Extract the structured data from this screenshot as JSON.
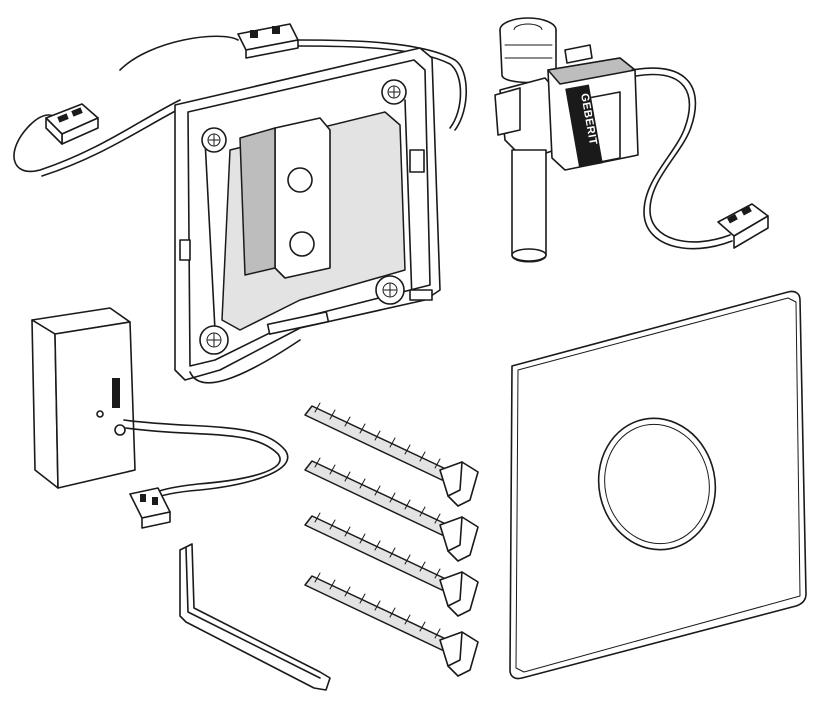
{
  "brand": {
    "logo_text": "GEBERIT"
  },
  "parts": [
    {
      "name": "mounting-frame",
      "icon": "mounting-frame-icon"
    },
    {
      "name": "solenoid-valve",
      "icon": "solenoid-valve-icon"
    },
    {
      "name": "power-module",
      "icon": "power-module-icon"
    },
    {
      "name": "fixing-screw",
      "icon": "screw-icon",
      "count": 4
    },
    {
      "name": "cover-plate",
      "icon": "cover-plate-icon"
    },
    {
      "name": "allen-key",
      "icon": "allen-key-icon"
    }
  ],
  "colors": {
    "line": "#1a1a1a",
    "fill": "#ffffff",
    "shade": "#e3e3e3",
    "dark": "#1a1a1a"
  }
}
